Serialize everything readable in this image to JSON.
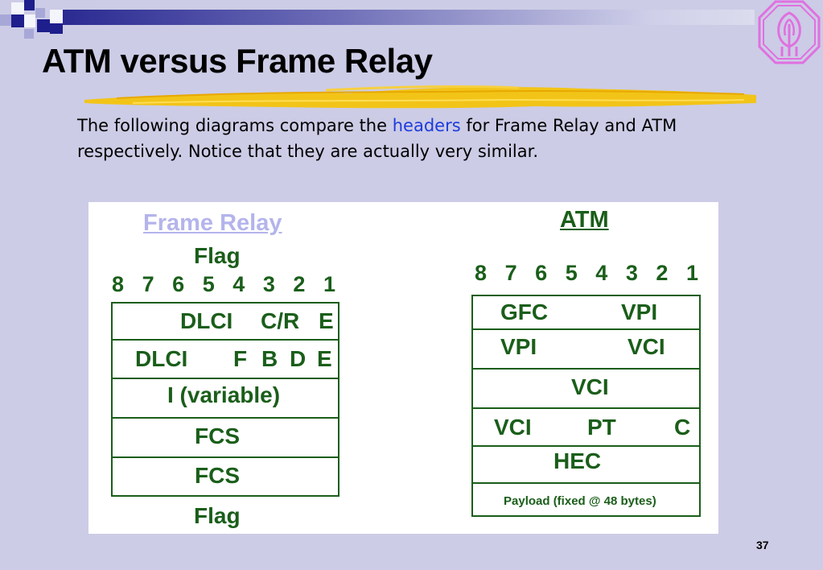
{
  "slide": {
    "title": "ATM versus Frame Relay",
    "intro": {
      "before": "The following diagrams compare the ",
      "keyword": "headers",
      "after": " for Frame Relay and ATM respectively. Notice that they are actually very similar."
    },
    "page_number": "37"
  },
  "frame_relay": {
    "title": "Frame Relay",
    "flag_top": "Flag",
    "bits": [
      "8",
      "7",
      "6",
      "5",
      "4",
      "3",
      "2",
      "1"
    ],
    "rows": [
      [
        "DLCI",
        "C/R",
        "E"
      ],
      [
        "DLCI",
        "F",
        "B",
        "D",
        "E"
      ],
      [
        "I (variable)"
      ],
      [
        "FCS"
      ],
      [
        "FCS"
      ]
    ],
    "flag_bottom": "Flag"
  },
  "atm": {
    "title": "ATM",
    "bits": [
      "8",
      "7",
      "6",
      "5",
      "4",
      "3",
      "2",
      "1"
    ],
    "rows": [
      [
        "GFC",
        "VPI"
      ],
      [
        "VPI",
        "VCI"
      ],
      [
        "VCI"
      ],
      [
        "VCI",
        "PT",
        "C"
      ],
      [
        "HEC"
      ],
      [
        "Payload (fixed @ 48 bytes)"
      ]
    ]
  },
  "colors": {
    "background": "#CCCCE6",
    "diagram_text": "#1A5E1A",
    "frame_relay_title": "#B4B4EC",
    "keyword": "#1E3CDC",
    "logo": "#E070E0"
  }
}
